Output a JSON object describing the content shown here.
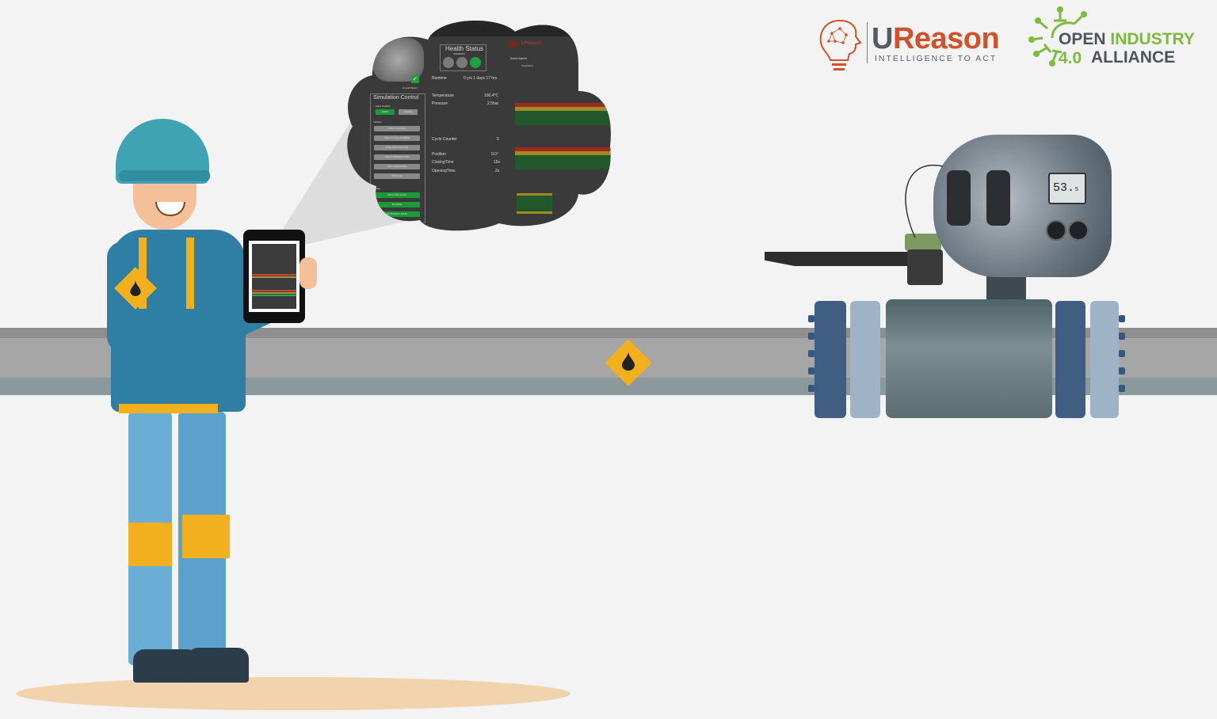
{
  "logos": {
    "ureason": {
      "u": "U",
      "rest": "Reason",
      "tagline": "INTELLIGENCE TO ACT",
      "accent": "#d2502a"
    },
    "open_industry": {
      "open": "OPEN ",
      "industry": "INDUSTRY 4.0",
      "line2": "ALLIANCE",
      "accent": "#7dbb3c"
    }
  },
  "dashboard": {
    "health_status": {
      "title": "Health Status",
      "subtitle": "SUMMARY",
      "lights": [
        "#7a7a7a",
        "#7a7a7a",
        "#1ea23c"
      ]
    },
    "overall_status_label": "Overall Status",
    "runtime": {
      "label": "Runtime",
      "value": "0 yrs 1 days 17 hrs"
    },
    "measurements": [
      {
        "label": "Temperature",
        "value": "100.4°C"
      },
      {
        "label": "Pressure",
        "value": "2.5bar"
      }
    ],
    "counters": [
      {
        "label": "Cycle Counter",
        "value": "0"
      },
      {
        "label": "Position",
        "value": "0.0°"
      },
      {
        "label": "ClosingTime",
        "value": "15s"
      },
      {
        "label": "OpeningTime",
        "value": "2s"
      }
    ],
    "simulation_control": {
      "title": "Simulation Control",
      "valve_position_label": "Valve Position",
      "open_label": "OPEN",
      "close_label": "CLOSE",
      "failures_label": "Failures",
      "failure_buttons": [
        "LOSS CONTROL",
        "HIGH CYCLE NUMBER",
        "POSITION FAILURE",
        "HIGH TEMPERATURE",
        "HIGH PRESSURE",
        "LEAKAGE"
      ],
      "modes_label": "Modes",
      "mode_buttons": [
        "PROLONG DATA",
        "BY DATA",
        "AUTOMATIC DATA"
      ]
    },
    "active_alarms": {
      "title": "Active Alarms",
      "item": "Timestamp"
    },
    "brand": "UReason"
  },
  "valve": {
    "display_value": "53.",
    "display_sub": "5"
  }
}
